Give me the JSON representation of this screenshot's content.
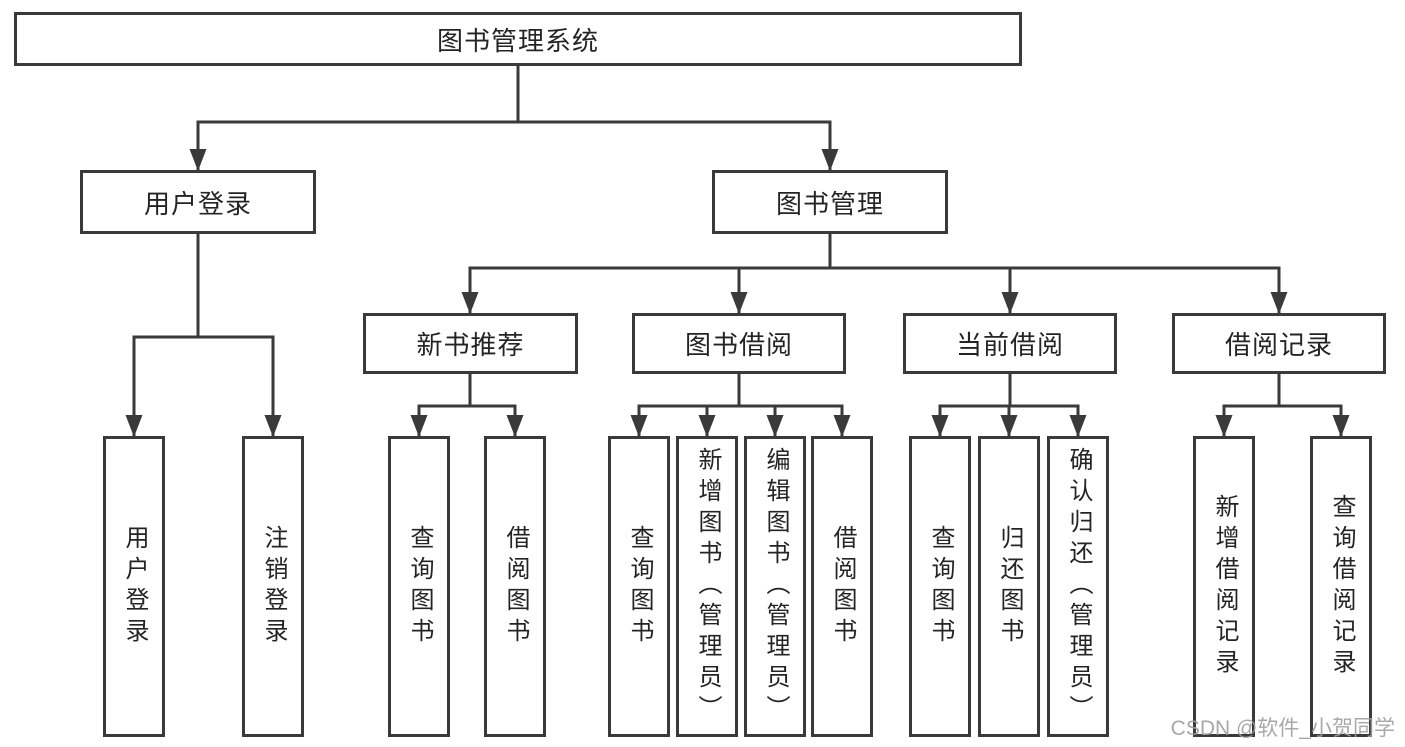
{
  "diagram": {
    "title": "图书管理系统",
    "watermark": "CSDN @软件_小贺同学",
    "colors": {
      "line": "#3a3a3a",
      "text": "#242424",
      "node_bg": "#ffffff",
      "background": "#ffffff",
      "watermark": "#9f9f9f"
    },
    "nodes": {
      "root": "图书管理系统",
      "user_login": "用户登录",
      "book_mgmt": "图书管理",
      "new_book_rec": "新书推荐",
      "book_borrow": "图书借阅",
      "current_borrow": "当前借阅",
      "borrow_records": "借阅记录",
      "leaf_user_login": "用户登录",
      "leaf_logout": "注销登录",
      "leaf_query_book_newrec": "查询图书",
      "leaf_borrow_book_newrec": "借阅图书",
      "leaf_query_book_borrow": "查询图书",
      "leaf_add_book_admin": "新增图书（管理员）",
      "leaf_edit_book_admin": "编辑图书（管理员）",
      "leaf_borrow_book_borrow": "借阅图书",
      "leaf_query_book_current": "查询图书",
      "leaf_return_book": "归还图书",
      "leaf_confirm_return_admin": "确认归还（管理员）",
      "leaf_add_borrow_record": "新增借阅记录",
      "leaf_query_borrow_record": "查询借阅记录"
    }
  }
}
